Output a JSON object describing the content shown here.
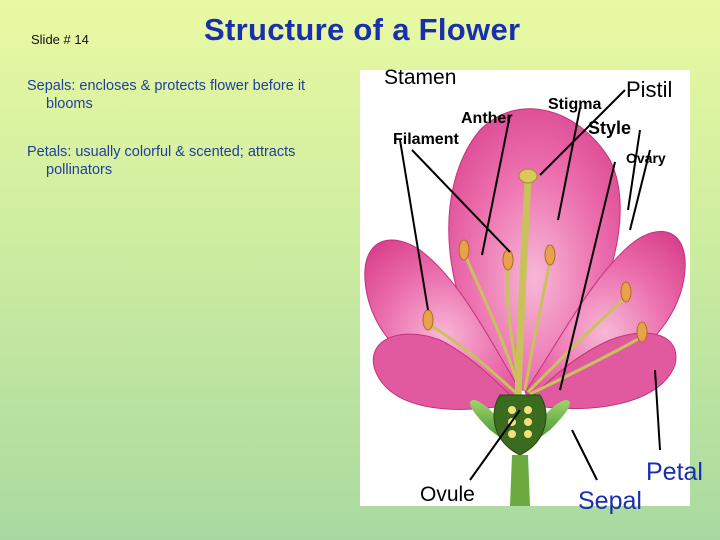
{
  "slide": {
    "number_label": "Slide # 14",
    "title": "Structure of a Flower"
  },
  "bullets": [
    {
      "term": "Sepals",
      "line1": ":  encloses & protects flower before it",
      "line2": "blooms"
    },
    {
      "term": "Petals",
      "line1": ":  usually colorful & scented; attracts",
      "line2": "pollinators"
    }
  ],
  "diagram_labels": {
    "stamen": "Stamen",
    "anther": "Anther",
    "filament": "Filament",
    "pistil": "Pistil",
    "stigma": "Stigma",
    "style": "Style",
    "ovary": "Ovary",
    "ovule": "Ovule",
    "petal": "Petal",
    "sepal": "Sepal"
  },
  "colors": {
    "title": "#1a2fb0",
    "bullet_text": "#1f3ea0",
    "petal": "#e85ba0",
    "sepal": "#5a9a3a"
  }
}
